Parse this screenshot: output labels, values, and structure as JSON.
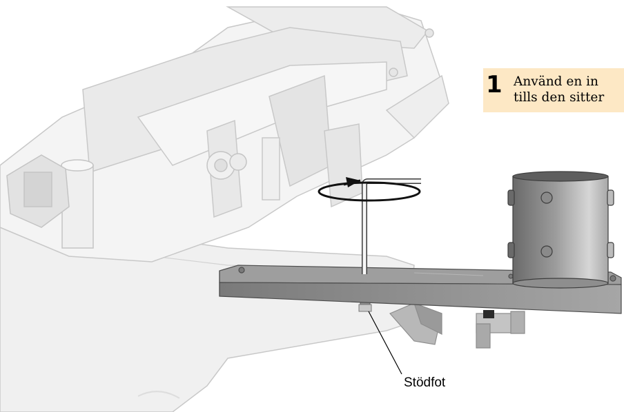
{
  "step": {
    "number": "1",
    "text_line_1": "Använd en in",
    "text_line_2": "tills den sitter"
  },
  "callouts": {
    "support_foot": "Stödfot"
  },
  "colors": {
    "step_box": "#fde8c5",
    "part_light": "#f0f0f0",
    "part_outline": "#c8c8c8",
    "part_dark": "#7d7d7d"
  }
}
